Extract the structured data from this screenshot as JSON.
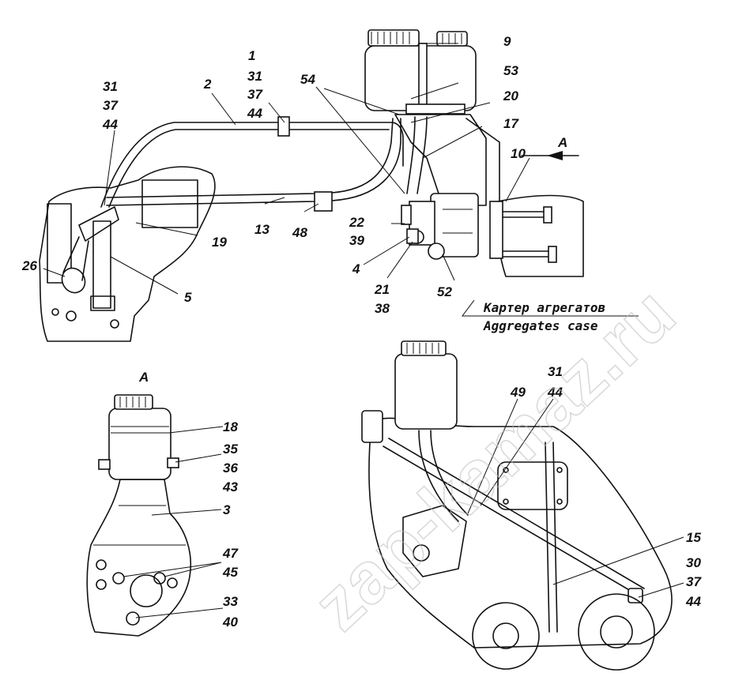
{
  "watermark": "zap-kamaz.ru",
  "case_label": {
    "ru": "Картер агрегатов",
    "en": "Aggregates case"
  },
  "view_label": "A",
  "callouts": {
    "top": [
      {
        "id": "c1",
        "text": "1"
      },
      {
        "id": "c31a",
        "text": "31"
      },
      {
        "id": "c37a",
        "text": "37"
      },
      {
        "id": "c44a",
        "text": "44"
      },
      {
        "id": "c31b",
        "text": "31"
      },
      {
        "id": "c37b",
        "text": "37"
      },
      {
        "id": "c44b",
        "text": "44"
      },
      {
        "id": "c2",
        "text": "2"
      },
      {
        "id": "c54",
        "text": "54"
      },
      {
        "id": "c9",
        "text": "9"
      },
      {
        "id": "c53",
        "text": "53"
      },
      {
        "id": "c20",
        "text": "20"
      },
      {
        "id": "c17",
        "text": "17"
      },
      {
        "id": "c10",
        "text": "10"
      },
      {
        "id": "cA",
        "text": "A"
      },
      {
        "id": "c19",
        "text": "19"
      },
      {
        "id": "c13",
        "text": "13"
      },
      {
        "id": "c48",
        "text": "48"
      },
      {
        "id": "c22",
        "text": "22"
      },
      {
        "id": "c39",
        "text": "39"
      },
      {
        "id": "c4",
        "text": "4"
      },
      {
        "id": "c21",
        "text": "21"
      },
      {
        "id": "c38",
        "text": "38"
      },
      {
        "id": "c52",
        "text": "52"
      },
      {
        "id": "c26",
        "text": "26"
      },
      {
        "id": "c5",
        "text": "5"
      }
    ],
    "view_a": [
      {
        "id": "c18",
        "text": "18"
      },
      {
        "id": "c35",
        "text": "35"
      },
      {
        "id": "c36",
        "text": "36"
      },
      {
        "id": "c43",
        "text": "43"
      },
      {
        "id": "c3",
        "text": "3"
      },
      {
        "id": "c47",
        "text": "47"
      },
      {
        "id": "c45",
        "text": "45"
      },
      {
        "id": "c33",
        "text": "33"
      },
      {
        "id": "c40",
        "text": "40"
      }
    ],
    "right": [
      {
        "id": "c31c",
        "text": "31"
      },
      {
        "id": "c44c",
        "text": "44"
      },
      {
        "id": "c49",
        "text": "49"
      },
      {
        "id": "c15",
        "text": "15"
      },
      {
        "id": "c30",
        "text": "30"
      },
      {
        "id": "c37c",
        "text": "37"
      },
      {
        "id": "c44d",
        "text": "44"
      }
    ]
  }
}
